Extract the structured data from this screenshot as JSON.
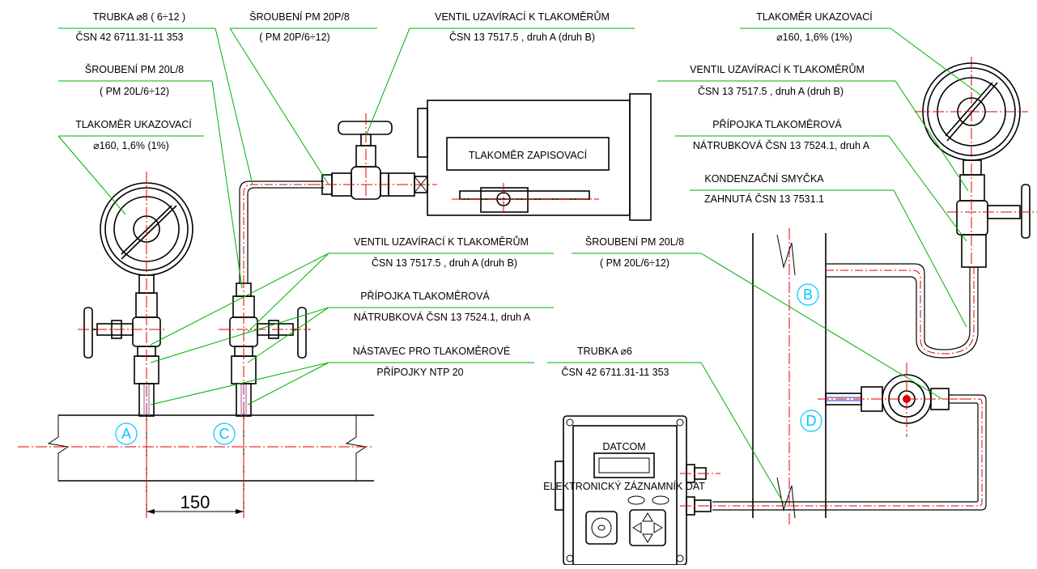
{
  "colors": {
    "outline": "#000000",
    "leader": "#00b000",
    "centerline": "#e00000",
    "marker": "#00c8ff",
    "pipe_inner": "#8e57a8",
    "pipe_inner_blue": "#2233cc"
  },
  "labels": {
    "trubka8_l1": "TRUBKA  ⌀8 ( 6÷12 )",
    "trubka8_l2": "ČSN 42 6711.31-11 353",
    "sroubeni20p_l1": "ŠROUBENÍ PM 20P/8",
    "sroubeni20p_l2": "( PM 20P/6÷12)",
    "ventil_top_l1": "VENTIL UZAVÍRACÍ K TLAKOMĚRŮM",
    "ventil_top_l2": "ČSN 13 7517.5 , druh A (druh B)",
    "sroubeni20l_left_l1": "ŠROUBENÍ PM 20L/8",
    "sroubeni20l_left_l2": "( PM 20L/6÷12)",
    "tlakomer_left_l1": "TLAKOMĚR UKAZOVACÍ",
    "tlakomer_left_l2": "⌀160, 1,6% (1%)",
    "tlakomer_zapisovaci": "TLAKOMĚR ZAPISOVACÍ",
    "tlakomer_right_l1": "TLAKOMĚR UKAZOVACÍ",
    "tlakomer_right_l2": "⌀160, 1,6% (1%)",
    "ventil_right_l1": "VENTIL UZAVÍRACÍ K TLAKOMĚRŮM",
    "ventil_right_l2": "ČSN 13 7517.5 , druh A (druh B)",
    "pripojka_right_l1": "PŘÍPOJKA TLAKOMĚROVÁ",
    "pripojka_right_l2": "NÁTRUBKOVÁ  ČSN 13 7524.1, druh A",
    "smycka_l1": "KONDENZAČNÍ SMYČKA",
    "smycka_l2": "ZAHNUTÁ  ČSN 13 7531.1",
    "sroubeni20l_right_l1": "ŠROUBENÍ PM 20L/8",
    "sroubeni20l_right_l2": "( PM 20L/6÷12)",
    "ventil_mid_l1": "VENTIL UZAVÍRACÍ K TLAKOMĚRŮM",
    "ventil_mid_l2": "ČSN 13 7517.5 , druh A (druh B)",
    "pripojka_mid_l1": "PŘÍPOJKA TLAKOMĚROVÁ",
    "pripojka_mid_l2": "NÁTRUBKOVÁ  ČSN 13 7524.1, druh A",
    "nastavec_l1": "NÁSTAVEC PRO TLAKOMĚROVÉ",
    "nastavec_l2": "PŘÍPOJKY   NTP 20",
    "trubka6_l1": "TRUBKA   ⌀6",
    "trubka6_l2": "ČSN 42 6711.31-11 353",
    "datcom_title": "DATCOM",
    "datcom_sub": "ELEKTRONICKÝ ZÁZNAMNÍK DAT",
    "dimension": "150"
  },
  "markers": {
    "a": "A",
    "b": "B",
    "c": "C",
    "d": "D"
  },
  "icons": {
    "datcom_button": "toggle-button-icon",
    "datcom_keypad": "arrow-keypad-icon",
    "gauge": "pressure-gauge-icon",
    "valve": "valve-handwheel-icon"
  }
}
